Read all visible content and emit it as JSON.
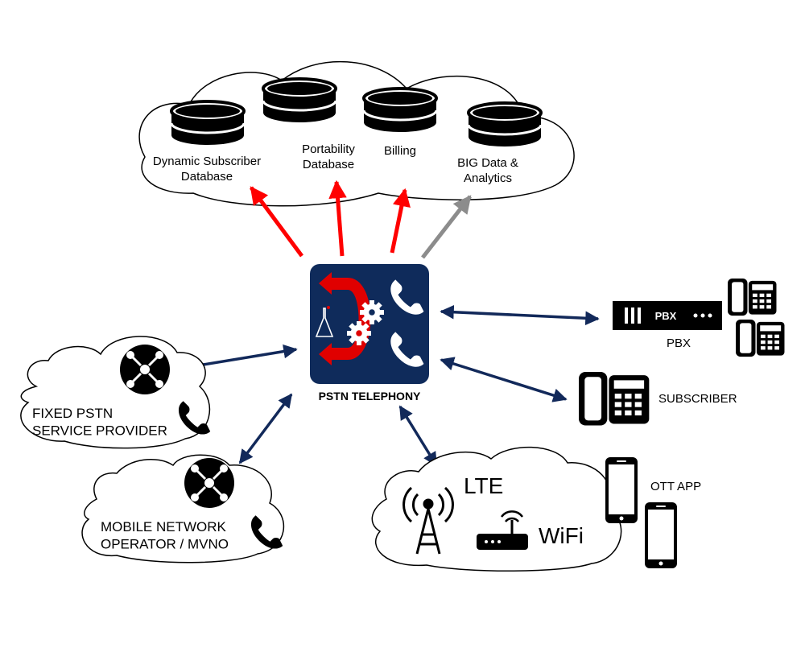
{
  "colors": {
    "navy": "#12295a",
    "red_arrow": "#ff0000",
    "gray_arrow": "#8c8c8c",
    "hub_bg": "#0f2b5b",
    "hub_red": "#e00000",
    "black": "#000000"
  },
  "top_cloud": {
    "db_dynamic": "Dynamic Subscriber\nDatabase",
    "db_portability": "Portability\nDatabase",
    "db_billing": "Billing",
    "db_bigdata": "BIG Data &\nAnalytics"
  },
  "hub": {
    "label": "PSTN TELEPHONY"
  },
  "pbx": {
    "device_label": "PBX",
    "caption": "PBX"
  },
  "subscriber": {
    "caption": "SUBSCRIBER"
  },
  "fixed_pstn": {
    "label": "FIXED PSTN\nSERVICE PROVIDER"
  },
  "mobile": {
    "label": "MOBILE NETWORK\nOPERATOR / MVNO"
  },
  "access_cloud": {
    "lte": "LTE",
    "wifi": "WiFi"
  },
  "ott": {
    "caption": "OTT APP"
  },
  "icons": [
    "database-icon",
    "network-node-icon",
    "phone-handset-icon",
    "desk-phone-icon",
    "pbx-device-icon",
    "cell-tower-icon",
    "wifi-router-icon",
    "smartphone-icon",
    "gear-icon",
    "flask-icon"
  ]
}
